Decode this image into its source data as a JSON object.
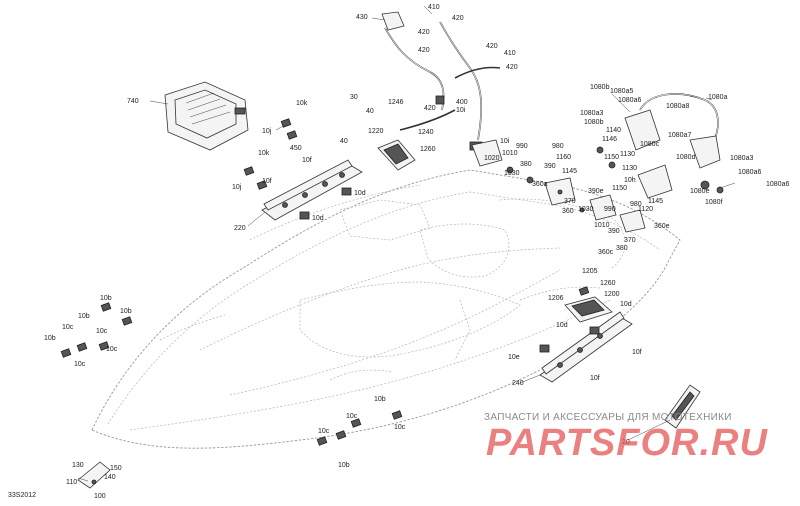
{
  "diagram": {
    "code": "33S2012",
    "callouts": [
      {
        "id": "c430",
        "text": "430"
      },
      {
        "id": "c410a",
        "text": "410"
      },
      {
        "id": "c420a",
        "text": "420"
      },
      {
        "id": "c420b",
        "text": "420"
      },
      {
        "id": "c420c",
        "text": "420"
      },
      {
        "id": "c410b",
        "text": "410"
      },
      {
        "id": "c420d",
        "text": "420"
      },
      {
        "id": "c420e",
        "text": "420"
      },
      {
        "id": "c400",
        "text": "400"
      },
      {
        "id": "c420f",
        "text": "420"
      },
      {
        "id": "c10i_top",
        "text": "10i"
      },
      {
        "id": "c740",
        "text": "740"
      },
      {
        "id": "c30",
        "text": "30"
      },
      {
        "id": "c10k_a",
        "text": "10k"
      },
      {
        "id": "c40a",
        "text": "40"
      },
      {
        "id": "c1246",
        "text": "1246"
      },
      {
        "id": "c10j_a",
        "text": "10j"
      },
      {
        "id": "c40b",
        "text": "40"
      },
      {
        "id": "c1220",
        "text": "1220"
      },
      {
        "id": "c1240",
        "text": "1240"
      },
      {
        "id": "c450",
        "text": "450"
      },
      {
        "id": "c1260",
        "text": "1260"
      },
      {
        "id": "c10k_b",
        "text": "10k"
      },
      {
        "id": "c10f_a",
        "text": "10f"
      },
      {
        "id": "c10d_a",
        "text": "10d"
      },
      {
        "id": "c10f_b",
        "text": "10f"
      },
      {
        "id": "c10j_b",
        "text": "10j"
      },
      {
        "id": "c10d_b",
        "text": "10d"
      },
      {
        "id": "c220",
        "text": "220"
      },
      {
        "id": "c10i_mid",
        "text": "10i"
      },
      {
        "id": "c990a",
        "text": "990"
      },
      {
        "id": "c980a",
        "text": "980"
      },
      {
        "id": "c1020",
        "text": "1020"
      },
      {
        "id": "c1010a",
        "text": "1010"
      },
      {
        "id": "c380",
        "text": "380"
      },
      {
        "id": "c390a",
        "text": "390"
      },
      {
        "id": "c1030a",
        "text": "1030"
      },
      {
        "id": "c1160",
        "text": "1160"
      },
      {
        "id": "c360a",
        "text": "360a"
      },
      {
        "id": "c1145a",
        "text": "1145"
      },
      {
        "id": "c390e",
        "text": "390e"
      },
      {
        "id": "c370a",
        "text": "370"
      },
      {
        "id": "c360b",
        "text": "360"
      },
      {
        "id": "c1030b",
        "text": "1030"
      },
      {
        "id": "c990b",
        "text": "990"
      },
      {
        "id": "c1010b",
        "text": "1010"
      },
      {
        "id": "c980b",
        "text": "980"
      },
      {
        "id": "c390b",
        "text": "390"
      },
      {
        "id": "c370b",
        "text": "370"
      },
      {
        "id": "c360c",
        "text": "360c"
      },
      {
        "id": "c380b",
        "text": "380"
      },
      {
        "id": "c360e",
        "text": "360e"
      },
      {
        "id": "c1145b",
        "text": "1145"
      },
      {
        "id": "c1120",
        "text": "1120"
      },
      {
        "id": "c1080b",
        "text": "1080b"
      },
      {
        "id": "c1080a5",
        "text": "1080a5"
      },
      {
        "id": "c1080a",
        "text": "1080a"
      },
      {
        "id": "c1080a6",
        "text": "1080a6"
      },
      {
        "id": "c1080a3_top",
        "text": "1080a3"
      },
      {
        "id": "c1080a8",
        "text": "1080a8"
      },
      {
        "id": "c1080b_mid",
        "text": "1080b"
      },
      {
        "id": "c1080a7",
        "text": "1080a7"
      },
      {
        "id": "c1140",
        "text": "1140"
      },
      {
        "id": "c1146",
        "text": "1146"
      },
      {
        "id": "c1080c",
        "text": "1080c"
      },
      {
        "id": "c1130a",
        "text": "1130"
      },
      {
        "id": "c1080d",
        "text": "1080d"
      },
      {
        "id": "c1150a",
        "text": "1150"
      },
      {
        "id": "c1130b",
        "text": "1130"
      },
      {
        "id": "c1080a3",
        "text": "1080a3"
      },
      {
        "id": "c10h",
        "text": "10h"
      },
      {
        "id": "c1080a6b",
        "text": "1080a6"
      },
      {
        "id": "c1150b",
        "text": "1150"
      },
      {
        "id": "c1080e",
        "text": "1080e"
      },
      {
        "id": "c1080a6c",
        "text": "1080a6"
      },
      {
        "id": "c1080f",
        "text": "1080f"
      },
      {
        "id": "c1205",
        "text": "1205"
      },
      {
        "id": "c1206",
        "text": "1206"
      },
      {
        "id": "c1260b",
        "text": "1260"
      },
      {
        "id": "c1200",
        "text": "1200"
      },
      {
        "id": "c10d_c",
        "text": "10d"
      },
      {
        "id": "c10d_d",
        "text": "10d"
      },
      {
        "id": "c10e",
        "text": "10e"
      },
      {
        "id": "c10f_c",
        "text": "10f"
      },
      {
        "id": "c10f_d",
        "text": "10f"
      },
      {
        "id": "c240",
        "text": "240"
      },
      {
        "id": "c20",
        "text": "20"
      },
      {
        "id": "c10b_a",
        "text": "10b"
      },
      {
        "id": "c10b_b",
        "text": "10b"
      },
      {
        "id": "c10b_c",
        "text": "10b"
      },
      {
        "id": "c10c_a",
        "text": "10c"
      },
      {
        "id": "c10c_b",
        "text": "10c"
      },
      {
        "id": "c10c_c",
        "text": "10c"
      },
      {
        "id": "c10b_d",
        "text": "10b"
      },
      {
        "id": "c10c_d",
        "text": "10c"
      },
      {
        "id": "c10c_e",
        "text": "10c"
      },
      {
        "id": "c10b_e",
        "text": "10b"
      },
      {
        "id": "c10c_f",
        "text": "10c"
      },
      {
        "id": "c10c_g",
        "text": "10c"
      },
      {
        "id": "c10b_f",
        "text": "10b"
      },
      {
        "id": "c130",
        "text": "130"
      },
      {
        "id": "c150",
        "text": "150"
      },
      {
        "id": "c140",
        "text": "140"
      },
      {
        "id": "c110",
        "text": "110"
      },
      {
        "id": "c100",
        "text": "100"
      }
    ]
  },
  "watermark": {
    "tagline": "ЗАПЧАСТИ И АКСЕССУАРЫ ДЛЯ МОТОТЕХНИКИ",
    "brand": "PARTSFOR.RU",
    "brand_color": "#e45656"
  }
}
